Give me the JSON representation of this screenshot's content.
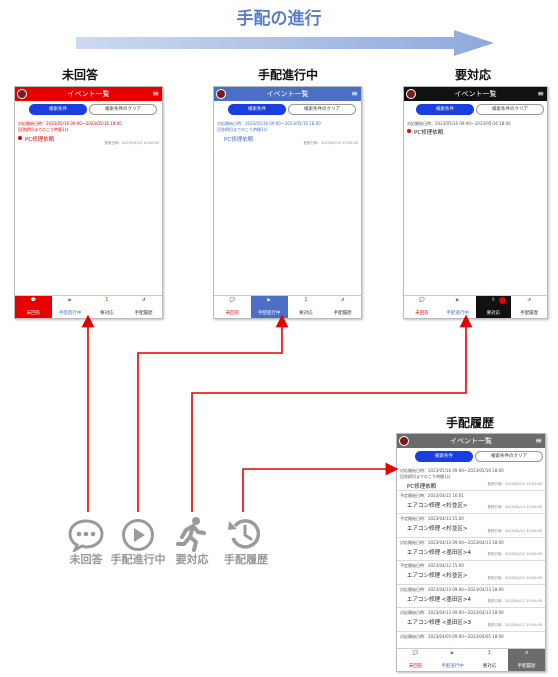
{
  "title": "手配の進行",
  "labels": {
    "unanswered": "未回答",
    "in_progress": "手配進行中",
    "action": "要対応",
    "history": "手配履歴"
  },
  "app": {
    "header_title": "イベント一覧",
    "filter_btn": "検索条件",
    "clear_btn": "検索条件のクリア",
    "tabs": [
      "未回答",
      "手配進行中",
      "要対応",
      "手配履歴"
    ]
  },
  "event": {
    "date_line": "対応開始日時：2023/05/16 09:00〜2023/05/16 18:00",
    "deadline_line": "回答締切までのこり時間1分",
    "task": "PC修理依頼",
    "stamp": "登録日時：2023/05/15 10:00:00"
  },
  "history_rows": [
    {
      "l1": "対応開始日時：2023/05/16 09:00〜2023/05/16 18:00",
      "l2": "回答締切までのこり時間1分",
      "task": "PC修理依頼",
      "stamp": "登録日時：2023/05/15 10:00:00"
    },
    {
      "l1": "予定開始日時：2023/04/15 16:01",
      "l2": "",
      "task": "エアコン修理 <杉並区>",
      "stamp": "登録日時：2023/04/14 10:00:00"
    },
    {
      "l1": "予定開始日時：2023/04/13 15:00",
      "l2": "",
      "task": "エアコン修理 <杉並区>",
      "stamp": "登録日時：2023/04/12 10:00:00"
    },
    {
      "l1": "対応開始日時：2023/04/13 09:00〜2023/04/13 18:00",
      "l2": "",
      "task": "エアコン修理 <墨田区>4",
      "stamp": "登録日時：2023/04/12 10:00:00"
    },
    {
      "l1": "予定開始日時：2023/04/12 15:00",
      "l2": "",
      "task": "エアコン修理 <杉並区>",
      "stamp": "登録日時：2023/04/11 10:00:00"
    },
    {
      "l1": "対応開始日時：2023/04/13 09:00〜2023/04/13 18:00",
      "l2": "",
      "task": "エアコン修理 <墨田区>4",
      "stamp": "登録日時：2023/04/12 10:00:00"
    },
    {
      "l1": "対応開始日時：2023/04/13 09:00〜2023/04/13 18:00",
      "l2": "",
      "task": "エアコン修理 <墨田区>3",
      "stamp": "登録日時：2023/04/12 10:00:00"
    },
    {
      "l1": "対応開始日時：2023/04/05 09:00〜2023/04/05 18:00",
      "l2": "",
      "task": "",
      "stamp": ""
    }
  ],
  "colors": {
    "unanswered": "#e60000",
    "in_progress": "#4a6fc4",
    "action": "#111111",
    "history": "#6b6b6b",
    "flow_arrow": "#e60000"
  }
}
